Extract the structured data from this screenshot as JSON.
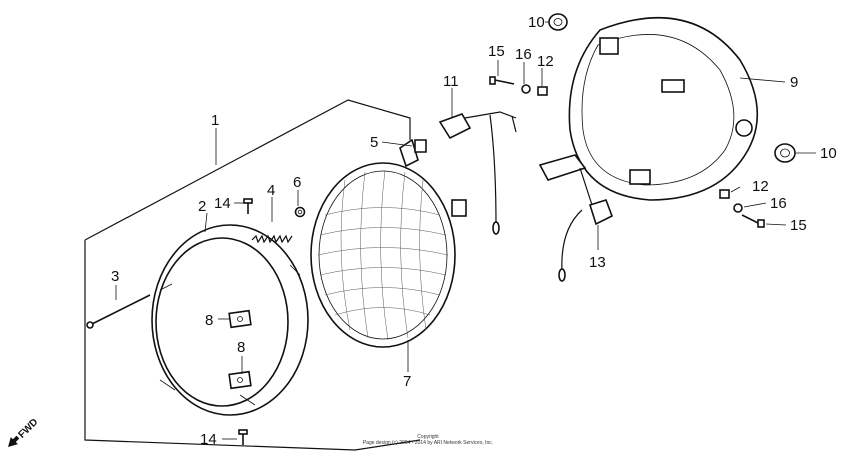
{
  "callouts": {
    "c1": "1",
    "c2": "2",
    "c3": "3",
    "c4": "4",
    "c5": "5",
    "c6": "6",
    "c7": "7",
    "c8a": "8",
    "c8b": "8",
    "c9": "9",
    "c10a": "10",
    "c10b": "10",
    "c11": "11",
    "c12a": "12",
    "c12b": "12",
    "c13": "13",
    "c14a": "14",
    "c14b": "14",
    "c15a": "15",
    "c15b": "15",
    "c16a": "16",
    "c16b": "16"
  },
  "copyright": {
    "line1": "Copyright",
    "line2": "Page design (c) 2004 - 2014 by ARI Network Services, Inc."
  },
  "fwd_label": "FWD"
}
